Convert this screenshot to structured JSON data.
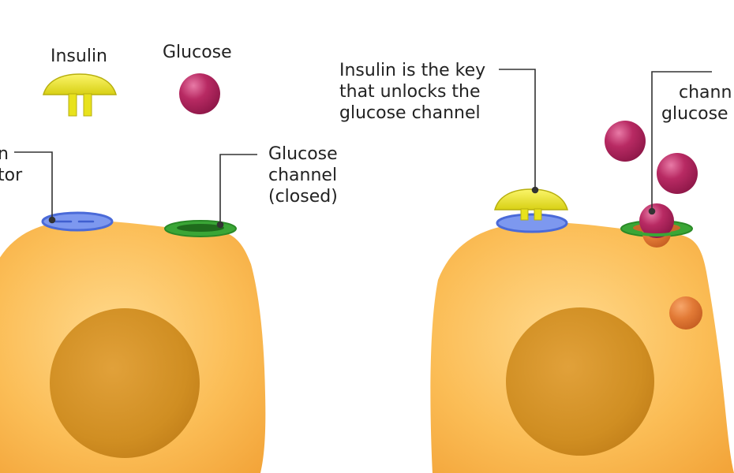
{
  "legend": {
    "insulin_label": "Insulin",
    "glucose_label": "Glucose"
  },
  "left_cell": {
    "receptor_label_lines": [
      "n",
      "tor"
    ],
    "channel_label_lines": [
      "Glucose",
      "channel",
      "(closed)"
    ]
  },
  "right_cell": {
    "key_label_lines": [
      "Insulin is the key",
      "that unlocks the",
      "glucose channel"
    ],
    "channel_label_lines": [
      "chann",
      "glucose"
    ]
  },
  "colors": {
    "cell": "#f9b54c",
    "nucleus": "#d08e22",
    "insulin": "#e8e21c",
    "glucose": "#b0245e",
    "glucose_inside": "#e07a34",
    "receptor": "#6f8ee8",
    "channel": "#2f9b2c",
    "leader_line": "#333333"
  }
}
